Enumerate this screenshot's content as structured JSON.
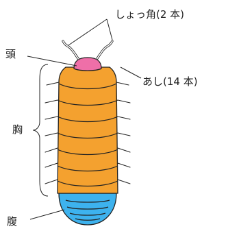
{
  "labels": {
    "antenna": "しょっ角(2 本)",
    "head": "頭",
    "legs": "あし(14 本)",
    "thorax": "胸",
    "abdomen": "腹"
  },
  "colors": {
    "head": "#ef6fa8",
    "thorax": "#f4a12f",
    "abdomen": "#3db2ee",
    "outline": "#222222"
  }
}
